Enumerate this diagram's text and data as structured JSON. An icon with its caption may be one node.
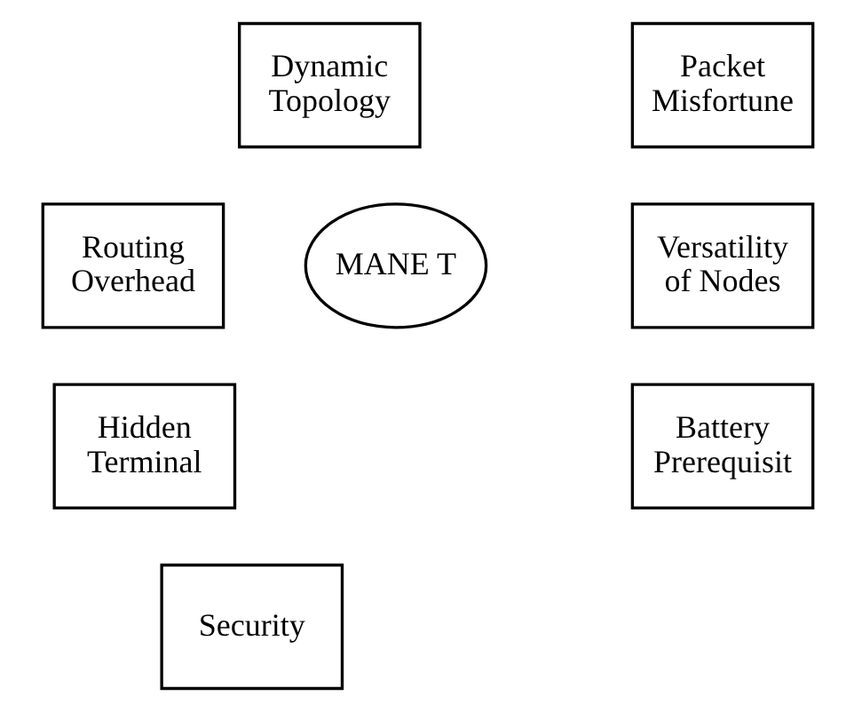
{
  "diagram": {
    "nodes": [
      {
        "text": [
          "Dynamic Topology"
        ]
      },
      {
        "text": [
          "Packet Misfortune"
        ]
      },
      {
        "text": [
          "Routing Overhead"
        ]
      },
      {
        "text": [
          "MANE T"
        ]
      },
      {
        "text": [
          "Versatility of Nodes"
        ]
      },
      {
        "text": [
          "Hidden Terminal"
        ]
      },
      {
        "text": [
          "Battery Prerequisit"
        ]
      },
      {
        "text": [
          "Security"
        ]
      }
    ]
  }
}
